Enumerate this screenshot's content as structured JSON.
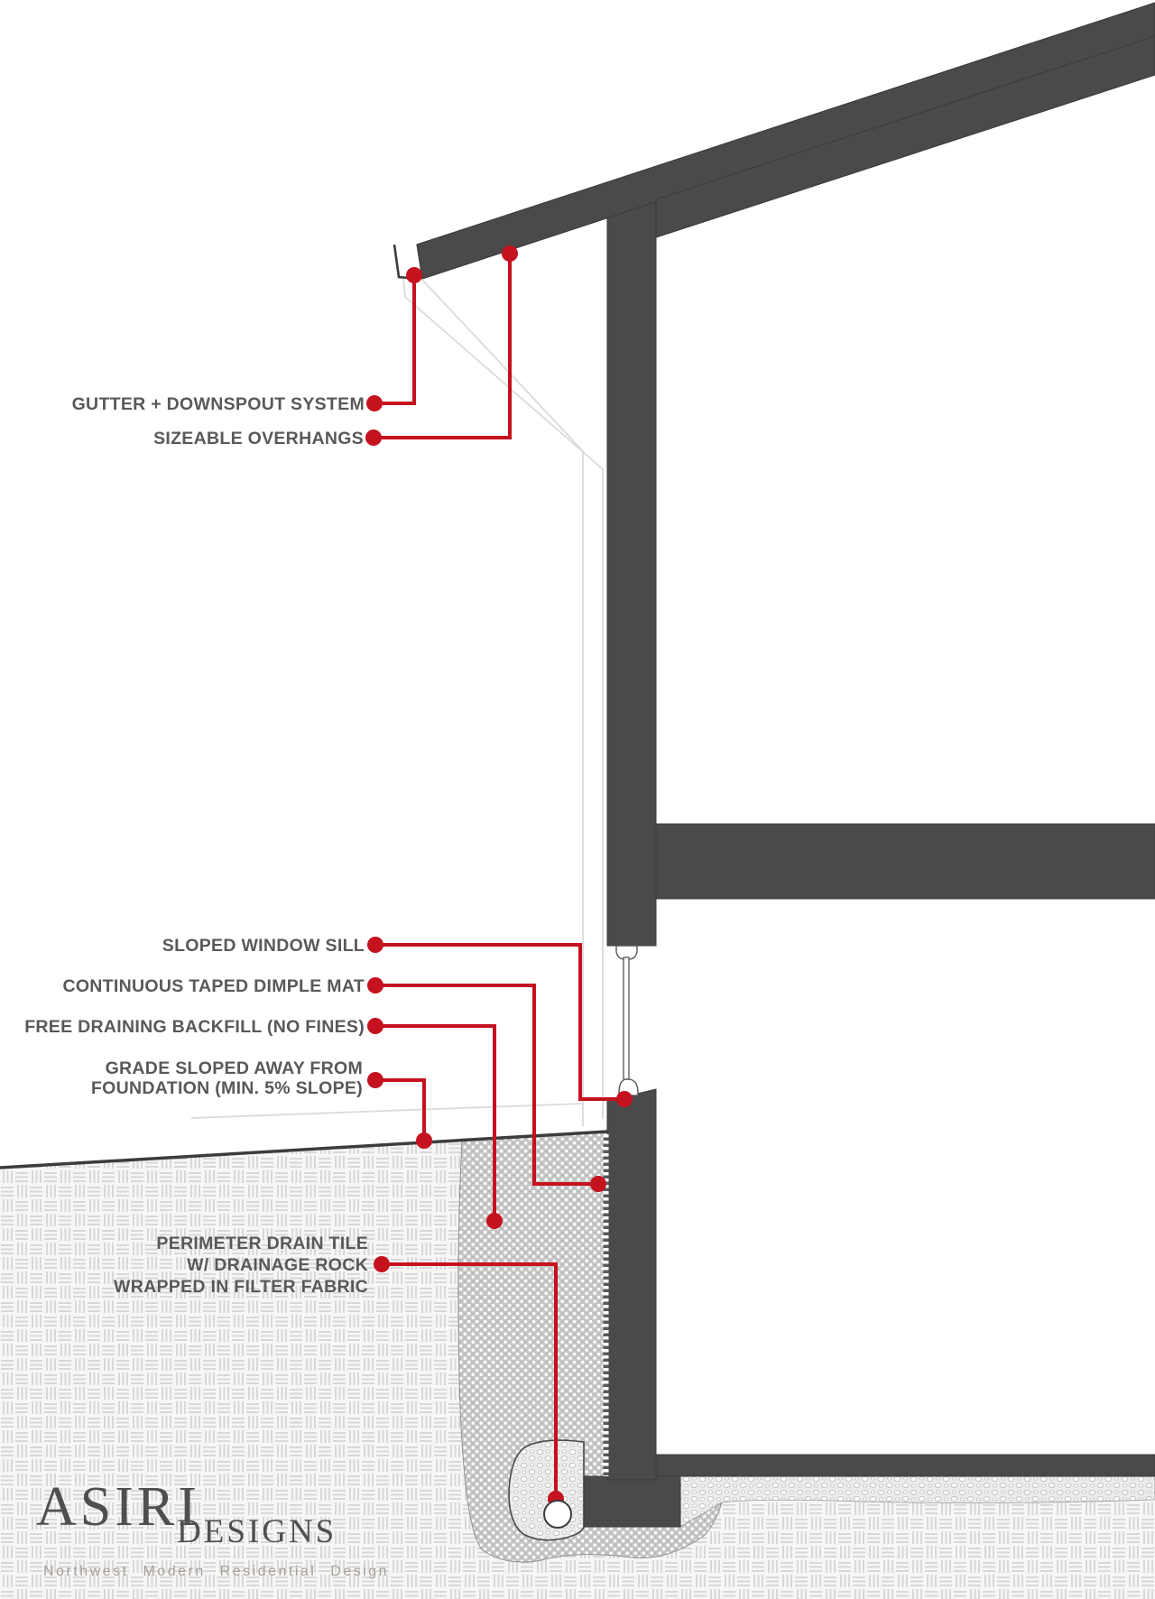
{
  "drawing": {
    "type": "architectural-section-detail",
    "subject": "exterior wall, foundation and perimeter drainage detail"
  },
  "colors": {
    "structure_dark": "#4A4A4B",
    "structure_outline": "#3C3C3E",
    "accent_red": "#C5121F",
    "label_gray": "#58595B",
    "light_line": "#DBDBDB",
    "earth_hatch_line": "#D8D8D8",
    "backfill_gray": "#C6C6C6",
    "logo_gray": "#4F4F51",
    "tagline_gray": "#A79E96"
  },
  "labels": {
    "gutter": "GUTTER + DOWNSPOUT SYSTEM",
    "overhangs": "SIZEABLE OVERHANGS",
    "sill": "SLOPED WINDOW SILL",
    "dimple_mat": "CONTINUOUS TAPED DIMPLE MAT",
    "backfill": "FREE DRAINING BACKFILL (NO FINES)",
    "grade_line1": "GRADE SLOPED AWAY FROM",
    "grade_line2": "FOUNDATION (MIN. 5% SLOPE)",
    "drain_line1": "PERIMETER DRAIN TILE",
    "drain_line2": "W/ DRAINAGE ROCK",
    "drain_line3": "WRAPPED IN FILTER FABRIC"
  },
  "logo": {
    "name": "ASIRI",
    "suffix": "DESIGNS",
    "tagline": "Northwest Modern Residential Design"
  }
}
